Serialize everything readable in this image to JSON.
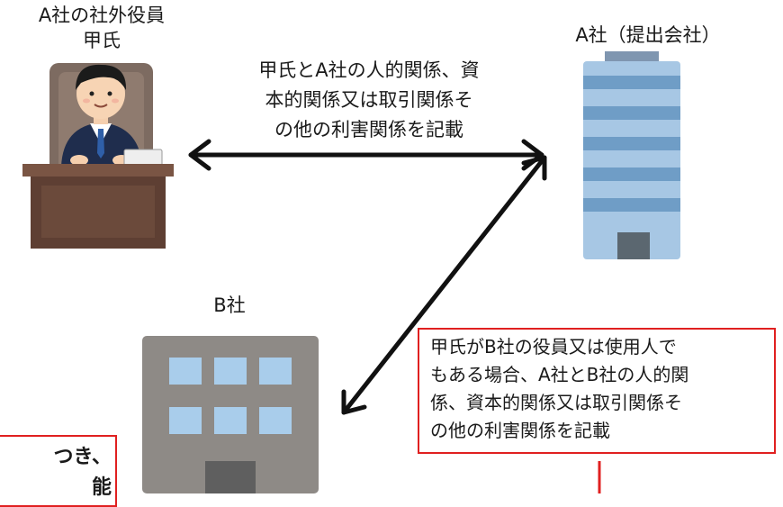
{
  "exec_label": "A社の社外役員\n甲氏",
  "company_a_label": "A社（提出会社）",
  "company_b_label": "B社",
  "relation_ab_text": "甲氏とA社の人的関係、資\n本的関係又は取引関係そ\nの他の利害関係を記載",
  "note_text": "甲氏がB社の役員又は使用人で\nもある場合、A社とB社の人的関\n係、資本的関係又は取引関係そ\nの他の利害関係を記載",
  "cut_text": "つき、\n能"
}
